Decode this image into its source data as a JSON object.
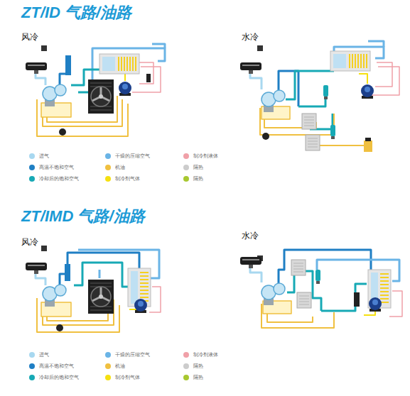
{
  "diagram": {
    "title": "ZT/ID 气路/油路",
    "labels": [
      "风冷",
      "水冷",
      "ZT/IMD 气路/油路",
      "风冷",
      "水冷"
    ],
    "legend": [
      {
        "text": "进气",
        "color": "#a8d8f0"
      },
      {
        "text": "高温不饱和空气",
        "color": "#1f7fc4"
      },
      {
        "text": "冷却后的饱和空气",
        "color": "#17a9b5"
      },
      {
        "text": "干燥的压缩空气",
        "color": "#6ab4e6"
      },
      {
        "text": "机油",
        "color": "#f0c040"
      },
      {
        "text": "制冷剂气体",
        "color": "#f5e010"
      },
      {
        "text": "制冷剂液体",
        "color": "#f0a0a8"
      },
      {
        "text": "隔热",
        "color": "#cccccc"
      },
      {
        "text": "隔热",
        "color": "#a8c830"
      },
      {
        "text": "进气",
        "color": "#a8d8f0"
      },
      {
        "text": "高温不饱和空气",
        "color": "#1f7fc4"
      },
      {
        "text": "冷却后的饱和空气",
        "color": "#17a9b5"
      },
      {
        "text": "干燥的压缩空气",
        "color": "#6ab4e6"
      },
      {
        "text": "机油",
        "color": "#f0c040"
      },
      {
        "text": "制冷剂气体",
        "color": "#f5e010"
      },
      {
        "text": "制冷剂液体",
        "color": "#f0a0a8"
      },
      {
        "text": "隔热",
        "color": "#cccccc"
      },
      {
        "text": "隔热",
        "color": "#a8c830"
      }
    ]
  }
}
